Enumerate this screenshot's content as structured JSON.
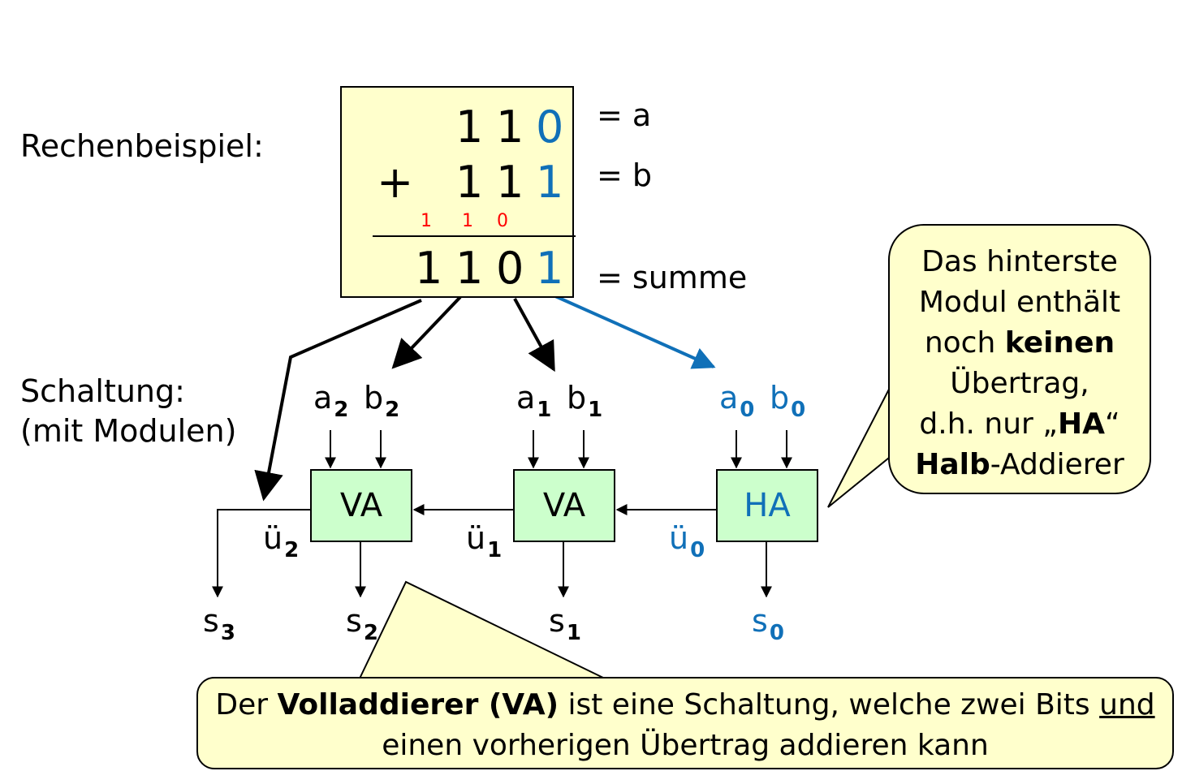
{
  "labels": {
    "rechenbeispiel": "Rechenbeispiel:",
    "schaltung": "Schaltung:",
    "mit_modulen": "(mit Modulen)"
  },
  "calculation": {
    "a_digits": [
      "1",
      "1",
      "0"
    ],
    "plus": "+",
    "b_digits": [
      "1",
      "1",
      "1"
    ],
    "carries": [
      "1",
      "1",
      "0"
    ],
    "sum_digits": [
      "1",
      "1",
      "0",
      "1"
    ],
    "eq_a": "= a",
    "eq_b": "= b",
    "eq_summe": "= summe"
  },
  "inputs": {
    "a2": "a",
    "a2_sub": "2",
    "b2": "b",
    "b2_sub": "2",
    "a1": "a",
    "a1_sub": "1",
    "b1": "b",
    "b1_sub": "1",
    "a0": "a",
    "a0_sub": "0",
    "b0": "b",
    "b0_sub": "0"
  },
  "modules": {
    "va2": "VA",
    "va1": "VA",
    "ha": "HA"
  },
  "carries_out": {
    "u2": "ü",
    "u2_sub": "2",
    "u1": "ü",
    "u1_sub": "1",
    "u0": "ü",
    "u0_sub": "0"
  },
  "outputs": {
    "s3": "s",
    "s3_sub": "3",
    "s2": "s",
    "s2_sub": "2",
    "s1": "s",
    "s1_sub": "1",
    "s0": "s",
    "s0_sub": "0"
  },
  "callout_ha": {
    "line1": "Das hinterste",
    "line2": "Modul enthält",
    "line3_pre": "noch ",
    "line3_bold": "keinen",
    "line4": "Übertrag,",
    "line5_pre": "d.h. nur „",
    "line5_bold": "HA",
    "line5_post": "“",
    "line6_bold": "Halb",
    "line6_post": "-Addierer"
  },
  "callout_va": {
    "pre": "Der ",
    "bold": "Volladdierer (VA)",
    "mid": " ist eine Schaltung, welche zwei Bits ",
    "underline": "und",
    "line2": "einen vorherigen Übertrag addieren kann"
  },
  "colors": {
    "blue": "#1070b8",
    "red": "#ff0000",
    "box_fill": "#ffffcc",
    "module_fill": "#ccffcc"
  }
}
